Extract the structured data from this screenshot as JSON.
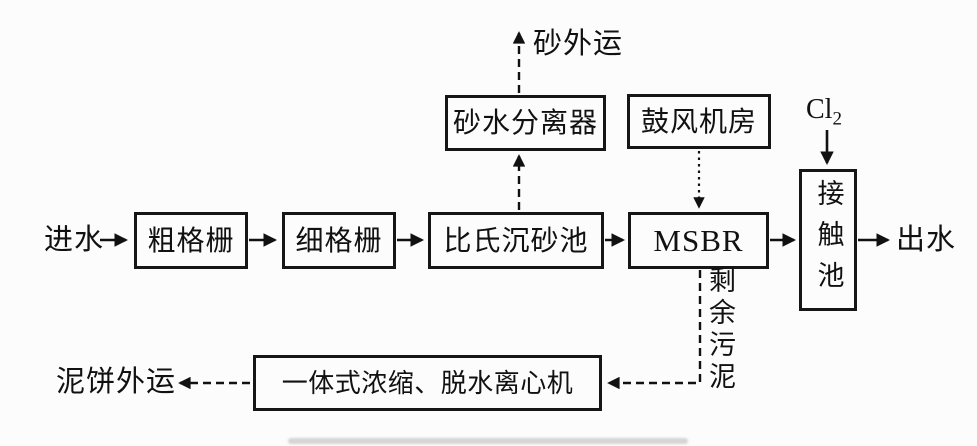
{
  "diagram": {
    "type": "process-flow-diagram",
    "subject": "wastewater treatment process flow",
    "colors": {
      "ink": "#111111",
      "background": "#fcfcfc"
    },
    "nodes": {
      "coarse_screen": {
        "label": "粗格栅"
      },
      "fine_screen": {
        "label": "细格栅"
      },
      "grit_chamber": {
        "label": "比氏沉砂池"
      },
      "sand_water_separator": {
        "label": "砂水分离器"
      },
      "blower_room": {
        "label": "鼓风机房"
      },
      "msbr": {
        "label": "MSBR"
      },
      "contact_tank": {
        "label": "接触池"
      },
      "centrifuge": {
        "label": "一体式浓缩、脱水离心机"
      }
    },
    "labels": {
      "influent": "进水",
      "effluent": "出水",
      "sand_out": "砂外运",
      "sludge_cake_out": "泥饼外运",
      "chlorine_symbol": "Cl",
      "chlorine_subscript": "2",
      "excess_sludge": "剩余污泥"
    },
    "edges": [
      {
        "from": "influent",
        "to": "coarse_screen",
        "style": "solid"
      },
      {
        "from": "coarse_screen",
        "to": "fine_screen",
        "style": "solid"
      },
      {
        "from": "fine_screen",
        "to": "grit_chamber",
        "style": "solid"
      },
      {
        "from": "grit_chamber",
        "to": "msbr",
        "style": "solid"
      },
      {
        "from": "msbr",
        "to": "contact_tank",
        "style": "solid"
      },
      {
        "from": "contact_tank",
        "to": "effluent",
        "style": "solid"
      },
      {
        "from": "grit_chamber",
        "to": "sand_water_separator",
        "style": "dashed"
      },
      {
        "from": "sand_water_separator",
        "to": "sand_out",
        "style": "dashed"
      },
      {
        "from": "blower_room",
        "to": "msbr",
        "style": "dotted"
      },
      {
        "from": "chlorine",
        "to": "contact_tank",
        "style": "solid"
      },
      {
        "from": "msbr",
        "to": "centrifuge",
        "style": "dashed",
        "label": "剩余污泥"
      },
      {
        "from": "centrifuge",
        "to": "sludge_cake_out",
        "style": "dashed"
      }
    ]
  }
}
